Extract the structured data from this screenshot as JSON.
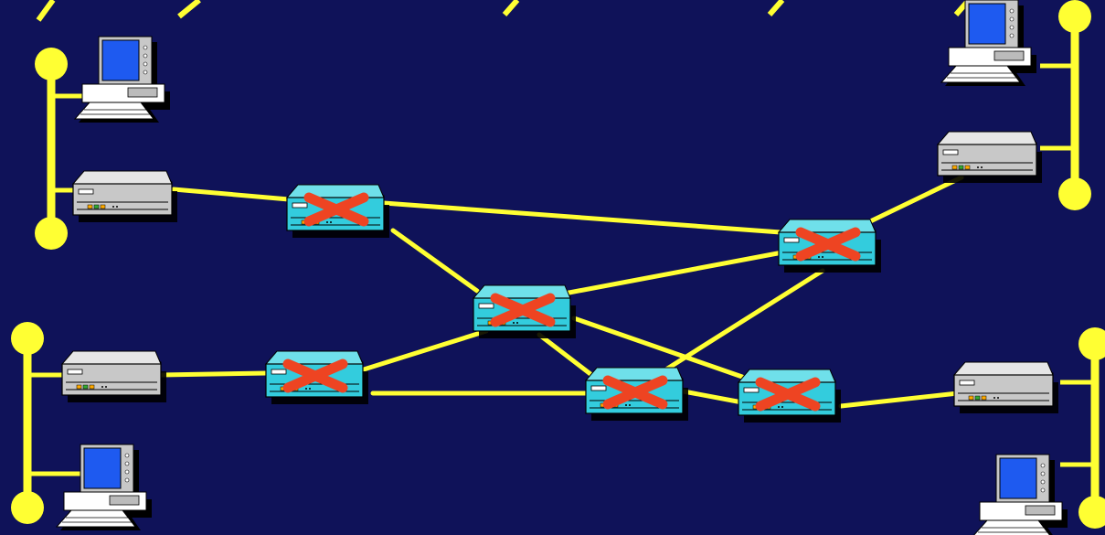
{
  "diagram": {
    "colors": {
      "background": "#0f1259",
      "link": "#ffff33",
      "lan_bus": "#ffff33",
      "router_body": "#33ccdd",
      "router_mark": "#ee4422",
      "host_body": "#c8c8c8",
      "screen": "#1e5af0"
    },
    "icons": {
      "router": "router-switch-icon",
      "host": "network-host-icon",
      "workstation": "desktop-computer-icon",
      "lan": "lan-bus-icon"
    },
    "lans": [
      {
        "id": "lan-top-left"
      },
      {
        "id": "lan-top-right"
      },
      {
        "id": "lan-bottom-left"
      },
      {
        "id": "lan-bottom-right"
      }
    ],
    "routers": [
      {
        "id": "r1"
      },
      {
        "id": "r2"
      },
      {
        "id": "r3"
      },
      {
        "id": "r4"
      },
      {
        "id": "r5"
      },
      {
        "id": "r6"
      }
    ],
    "hosts": [
      {
        "id": "h-top-left"
      },
      {
        "id": "h-top-right"
      },
      {
        "id": "h-bottom-left"
      },
      {
        "id": "h-bottom-right"
      }
    ],
    "workstations": [
      {
        "id": "pc-top-left"
      },
      {
        "id": "pc-top-right"
      },
      {
        "id": "pc-bottom-left"
      },
      {
        "id": "pc-bottom-right"
      }
    ],
    "links": [
      [
        "h-top-left",
        "r1"
      ],
      [
        "r1",
        "r2"
      ],
      [
        "r1",
        "r3"
      ],
      [
        "r3",
        "r2"
      ],
      [
        "r2",
        "r5"
      ],
      [
        "h-top-right",
        "r2"
      ],
      [
        "r3",
        "r4"
      ],
      [
        "r3",
        "r5"
      ],
      [
        "r3",
        "r6"
      ],
      [
        "h-bottom-left",
        "r4"
      ],
      [
        "r4",
        "r5"
      ],
      [
        "r5",
        "r6"
      ],
      [
        "r6",
        "h-bottom-right"
      ]
    ]
  }
}
